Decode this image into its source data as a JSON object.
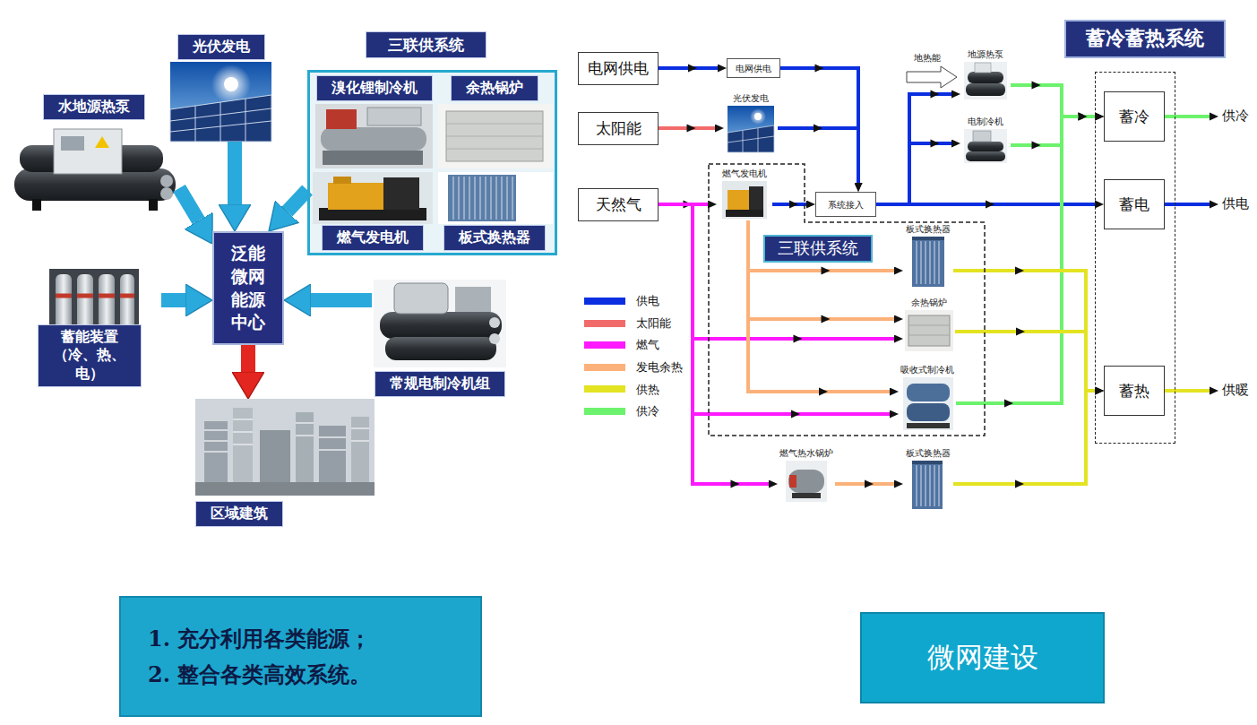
{
  "diagram": {
    "nodes": [
      {
        "text": [
          "光伏发电"
        ]
      },
      {
        "text": [
          "三联供系统"
        ]
      },
      {
        "text": [
          "溴化锂制冷机"
        ],
        "in": 1
      },
      {
        "text": [
          "余热锅炉"
        ],
        "in": 1
      },
      {
        "text": [
          "燃气发电机"
        ],
        "in": 1
      },
      {
        "text": [
          "板式换热器"
        ],
        "in": 1
      },
      {
        "text": [
          "水地源热泵"
        ]
      },
      {
        "text": [
          "泛能微网能源中心"
        ]
      },
      {
        "text": [
          "蓄能装置 （冷、热、电）"
        ]
      },
      {
        "text": [
          "常规电制冷机组"
        ]
      },
      {
        "text": [
          "区域建筑"
        ]
      },
      {
        "text": [
          "1. 充分利用各类能源；",
          "2. 整合各类高效系统。"
        ]
      },
      {
        "text": [
          "电网供电"
        ]
      },
      {
        "text": [
          "电网供电"
        ]
      },
      {
        "text": [
          "太阳能"
        ]
      },
      {
        "text": [
          "光伏发电"
        ]
      },
      {
        "text": [
          "天然气"
        ]
      },
      {
        "text": [
          "三联供系统"
        ]
      },
      {
        "text": [
          "燃气发电机"
        ],
        "in": 17
      },
      {
        "text": [
          "系统接入"
        ]
      },
      {
        "text": [
          "地源热泵"
        ]
      },
      {
        "text": [
          "电制冷机"
        ]
      },
      {
        "text": [
          "板式换热器"
        ],
        "in": 17
      },
      {
        "text": [
          "余热锅炉"
        ],
        "in": 17
      },
      {
        "text": [
          "吸收式制冷机"
        ],
        "in": 17
      },
      {
        "text": [
          "燃气热水锅炉"
        ]
      },
      {
        "text": [
          "板式换热器"
        ]
      },
      {
        "text": [
          "蓄冷蓄热系统"
        ]
      },
      {
        "text": [
          "蓄冷"
        ],
        "in": 27
      },
      {
        "text": [
          "蓄电"
        ],
        "in": 27
      },
      {
        "text": [
          "蓄热"
        ],
        "in": 27
      },
      {
        "text": [
          "微网建设"
        ]
      }
    ],
    "edges": [
      {
        "from": 6,
        "to": 7,
        "arrow": "to"
      },
      {
        "from": 0,
        "to": 7,
        "arrow": "to"
      },
      {
        "from": 1,
        "to": 7,
        "arrow": "to"
      },
      {
        "from": 8,
        "to": 7,
        "arrow": "to"
      },
      {
        "from": 9,
        "to": 7,
        "arrow": "to"
      },
      {
        "from": 7,
        "to": 10,
        "arrow": "to"
      },
      {
        "from": 12,
        "to": 13,
        "arrow": "to"
      },
      {
        "from": 13,
        "to": 19,
        "arrow": "to"
      },
      {
        "from": 14,
        "to": 15,
        "arrow": "to"
      },
      {
        "from": 15,
        "to": 19,
        "arrow": "to"
      },
      {
        "from": 16,
        "to": 18,
        "arrow": "to"
      },
      {
        "from": 16,
        "to": 23,
        "arrow": "to"
      },
      {
        "from": 16,
        "to": 24,
        "arrow": "to"
      },
      {
        "from": 16,
        "to": 25,
        "arrow": "to"
      },
      {
        "from": 18,
        "to": 19,
        "arrow": "to"
      },
      {
        "from": 18,
        "to": 22,
        "arrow": "to"
      },
      {
        "from": 18,
        "to": 23,
        "arrow": "to"
      },
      {
        "from": 18,
        "to": 24,
        "arrow": "to"
      },
      {
        "from": 19,
        "to": 29,
        "arrow": "to"
      },
      {
        "from": 19,
        "to": 20,
        "arrow": "to"
      },
      {
        "from": 19,
        "to": 21,
        "arrow": "to"
      },
      {
        "from": 20,
        "to": 28,
        "arrow": "to"
      },
      {
        "from": 21,
        "to": 28,
        "arrow": "to"
      },
      {
        "from": 24,
        "to": 28,
        "arrow": "to"
      },
      {
        "from": 22,
        "to": 30,
        "arrow": "to"
      },
      {
        "from": 23,
        "to": 30,
        "arrow": "to"
      },
      {
        "from": 25,
        "to": 26,
        "arrow": "to"
      },
      {
        "from": 26,
        "to": 30,
        "arrow": "to"
      }
    ],
    "labels": [
      "地热能",
      "供冷",
      "供电",
      "供暖"
    ],
    "legend": [
      {
        "text": "供电",
        "color": "#0b2fe0"
      },
      {
        "text": "太阳能",
        "color": "#f26b6b"
      },
      {
        "text": "燃气",
        "color": "#ff19ff"
      },
      {
        "text": "发电余热",
        "color": "#fbb179"
      },
      {
        "text": "供热",
        "color": "#e3e322"
      },
      {
        "text": "供冷",
        "color": "#6cf26c"
      }
    ]
  }
}
